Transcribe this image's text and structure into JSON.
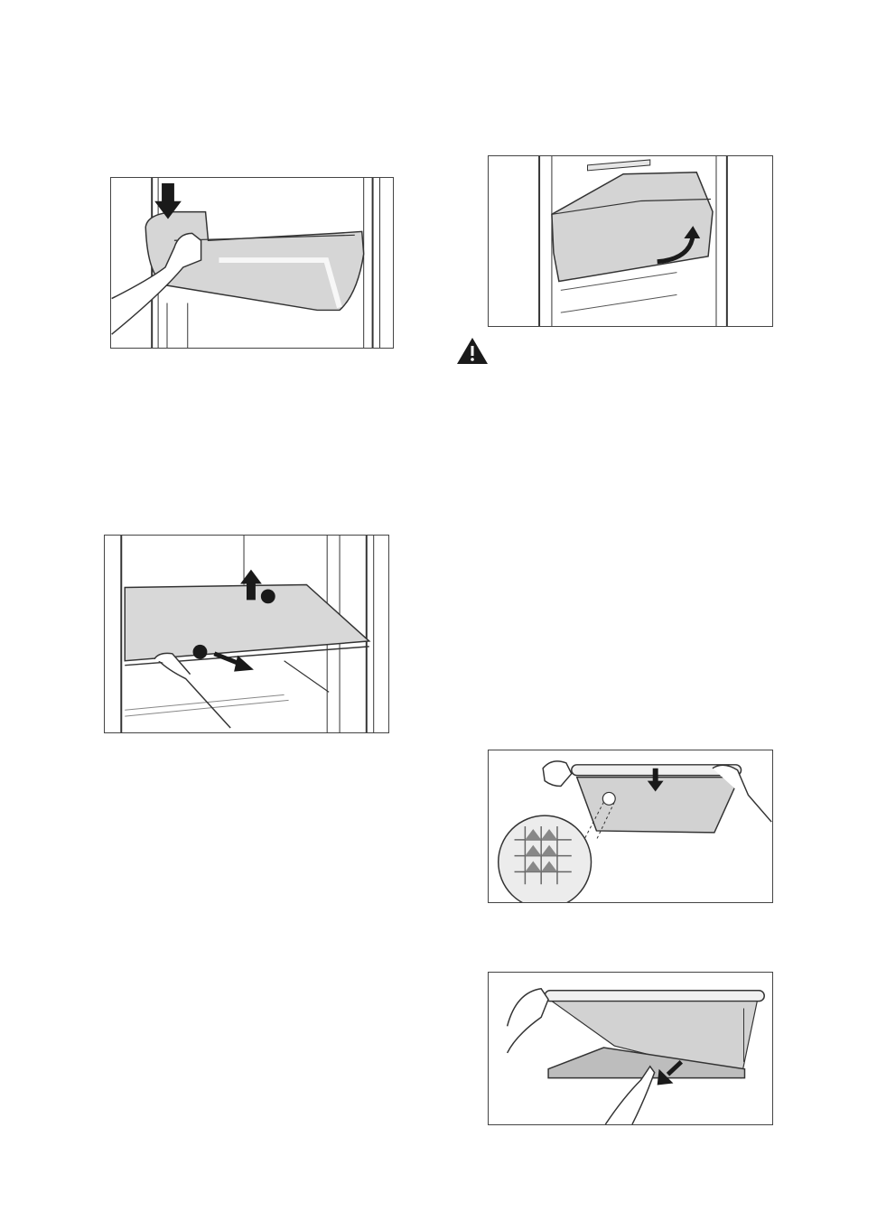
{
  "figures": [
    {
      "name": "door-bin-removal",
      "icon": "hand-pressing-down-arrow-icon"
    },
    {
      "name": "glass-shelf-removal",
      "icon": "shelf-lift-arrows-icon"
    },
    {
      "name": "freezer-drawer-tilt",
      "icon": "curved-arrow-icon"
    },
    {
      "name": "crisper-cover-grid",
      "icon": "down-arrow-icon"
    },
    {
      "name": "crisper-cover-glass-removal",
      "icon": "pull-out-arrow-icon"
    }
  ],
  "warning": {
    "icon": "warning-triangle-icon",
    "color": "#1a1a1a"
  },
  "colors": {
    "line": "#333333",
    "frame": "#444444",
    "fill_light": "#eeeeee",
    "fill_mid": "#cfcfcf"
  }
}
